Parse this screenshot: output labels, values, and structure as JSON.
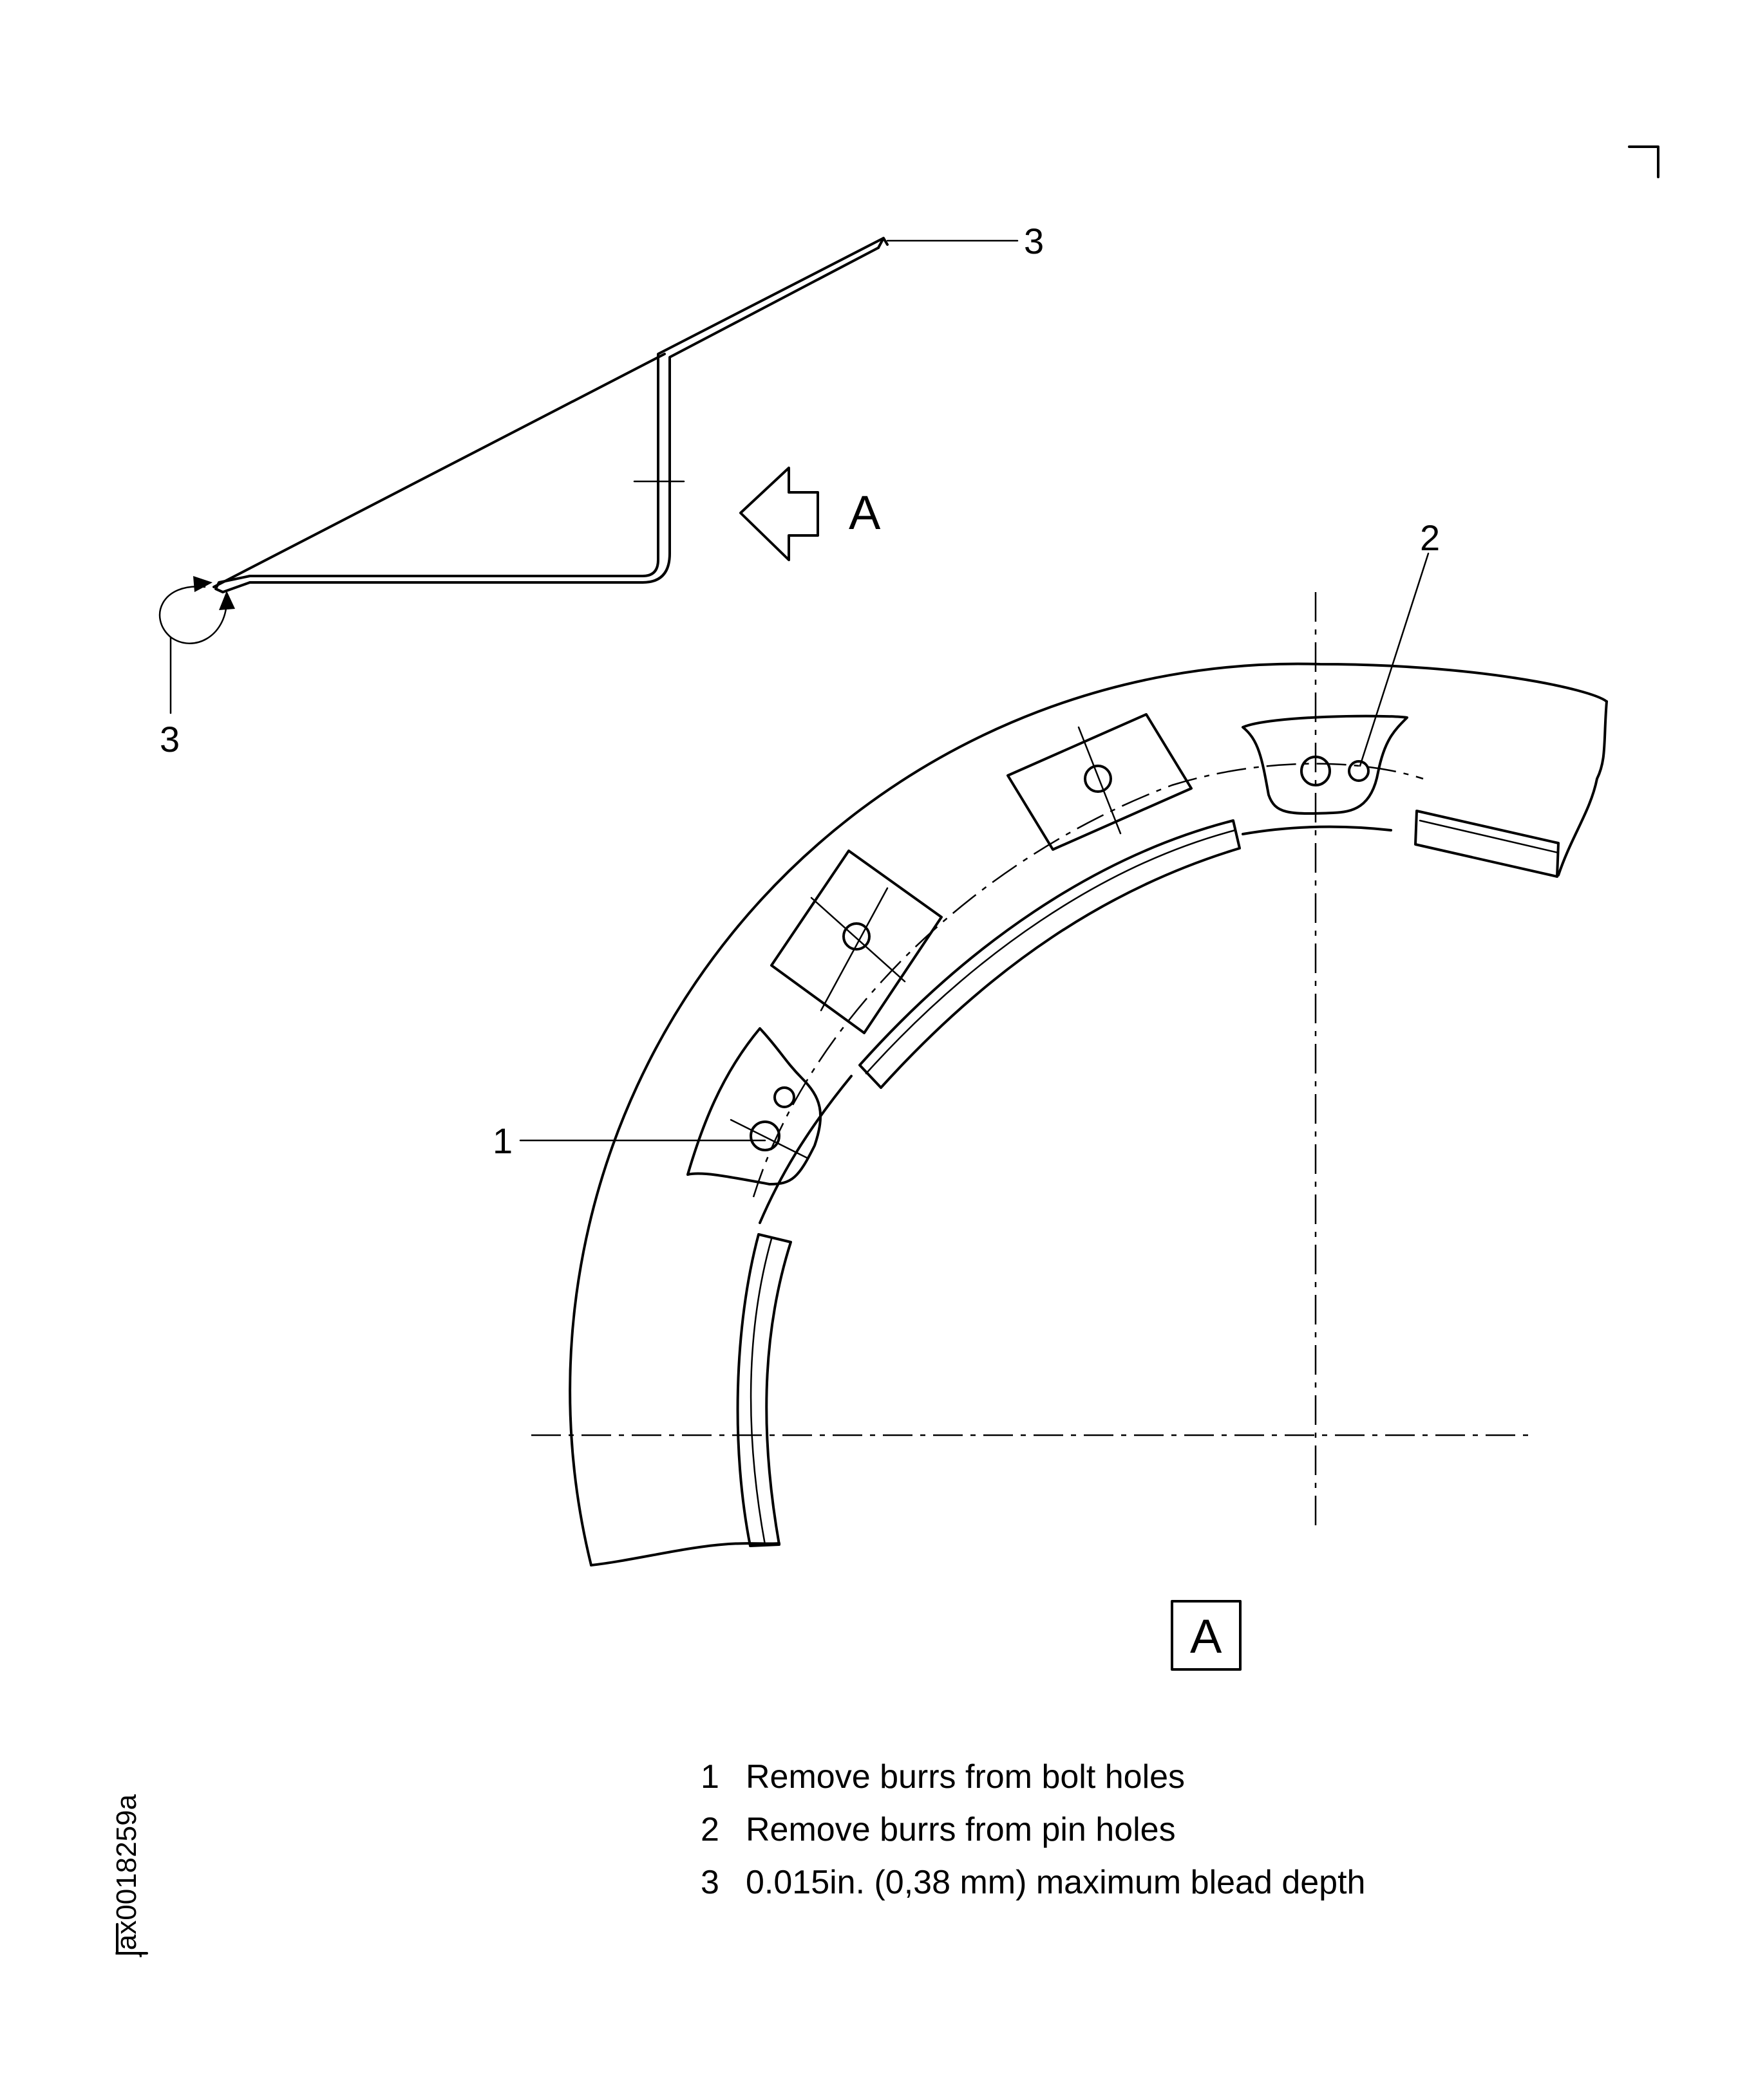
{
  "callouts": {
    "c1": "1",
    "c2": "2",
    "c3_top": "3",
    "c3_bottom": "3"
  },
  "view_arrow_label": "A",
  "view_box_label": "A",
  "notes": [
    {
      "num": "1",
      "text": "Remove burrs from bolt holes"
    },
    {
      "num": "2",
      "text": "Remove burrs from pin holes"
    },
    {
      "num": "3",
      "text": "0.015in. (0,38 mm) maximum blead depth"
    }
  ],
  "figure_id": "jax0018259a"
}
